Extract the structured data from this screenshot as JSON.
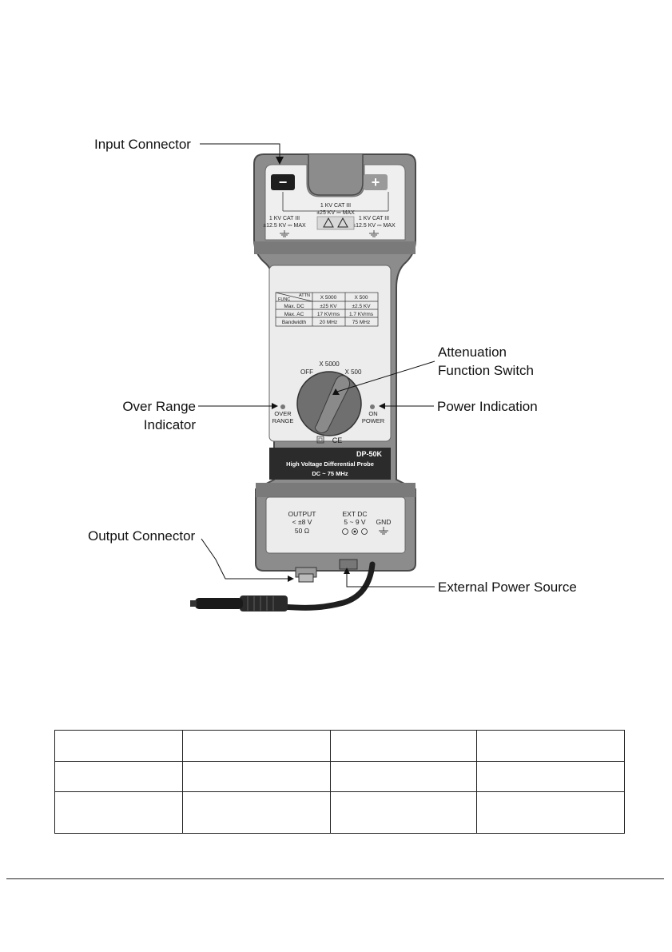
{
  "callouts": {
    "input_connector": "Input Connector",
    "attenuation_line1": "Attenuation",
    "attenuation_line2": "Function Switch",
    "over_range_line1": "Over Range",
    "over_range_line2": "Indicator",
    "power_indication": "Power Indication",
    "output_connector": "Output Connector",
    "external_power": "External Power Source"
  },
  "probe": {
    "minus_symbol": "−",
    "plus_symbol": "+",
    "cat_center_1": "1 KV CAT III",
    "cat_center_2": "±25 KV ⎓ MAX",
    "cat_left_1": "1 KV CAT III",
    "cat_left_2": "±12.5 KV ⎓ MAX",
    "cat_right_1": "1 KV CAT III",
    "cat_right_2": "±12.5 KV ⎓ MAX",
    "spec_table": {
      "header_attn": "ATTN",
      "header_func": "FUNC",
      "columns": [
        "X 5000",
        "X 500"
      ],
      "rows": [
        {
          "label": "Max. DC",
          "values": [
            "±25 KV",
            "±2.5 KV"
          ]
        },
        {
          "label": "Max. AC",
          "values": [
            "17 KVrms",
            "1.7 KVrms"
          ]
        },
        {
          "label": "Bandwidth",
          "values": [
            "20 MHz",
            "75 MHz"
          ]
        }
      ]
    },
    "switch_x5000": "X 5000",
    "switch_off": "OFF",
    "switch_x500": "X 500",
    "over_label_1": "OVER",
    "over_label_2": "RANGE",
    "on_label_1": "ON",
    "on_label_2": "POWER",
    "cert_mark": "CE",
    "model": "DP-50K",
    "product_name": "High Voltage Differential Probe",
    "range": "DC ~ 75 MHz",
    "output_1": "OUTPUT",
    "output_2": "< ±8 V",
    "output_3": "50 Ω",
    "extdc_1": "EXT DC",
    "extdc_2": "5 ~ 9 V",
    "gnd": "GND"
  },
  "colors": {
    "frame": "#8c8c8c",
    "frame_dark": "#5e5e5e",
    "panel": "#ededed",
    "label_band": "#2b2b2b",
    "text": "#111111"
  }
}
